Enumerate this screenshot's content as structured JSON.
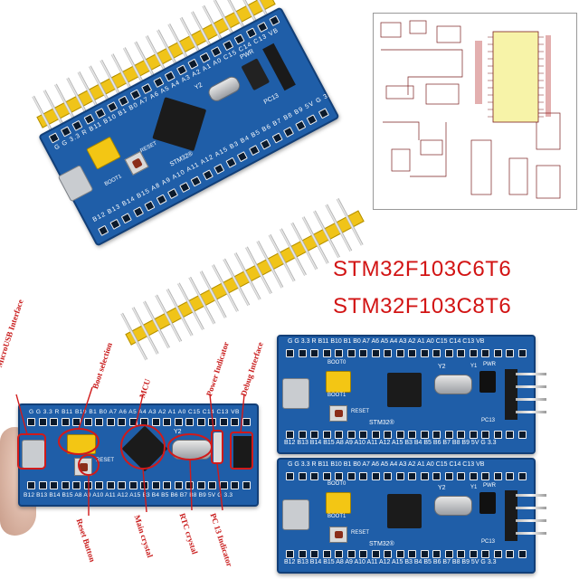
{
  "product": {
    "title_line1": "STM32F103C6T6",
    "title_line2": "STM32F103C8T6"
  },
  "board": {
    "top_pins": [
      "G",
      "G",
      "3.3",
      "R",
      "B11",
      "B10",
      "B1",
      "B0",
      "A7",
      "A6",
      "A5",
      "A4",
      "A3",
      "A2",
      "A1",
      "A0",
      "C15",
      "C14",
      "C13",
      "VB"
    ],
    "bottom_pins": [
      "B12",
      "B13",
      "B14",
      "B15",
      "A8",
      "A9",
      "A10",
      "A11",
      "A12",
      "A15",
      "B3",
      "B4",
      "B5",
      "B6",
      "B7",
      "B8",
      "B9",
      "5V",
      "G",
      "3.3"
    ],
    "boot0": "BOOT0",
    "boot1": "BOOT1",
    "reset": "RESET",
    "brand": "STM32®",
    "y2": "Y2",
    "y1": "Y1",
    "pwr": "PWR",
    "pc13": "PC13"
  },
  "callouts": {
    "micro_usb": "MicroUSB Interface",
    "boot_selection": "Boot selection",
    "mcu": "MCU",
    "power_indicator": "Power Indicator",
    "debug_interface": "Debug Interface",
    "reset_button": "Reset Button",
    "main_crystal": "Main crystal",
    "rtc_crystal": "RTC crystal",
    "pc13_indicator": "PC 13 Indicator"
  }
}
